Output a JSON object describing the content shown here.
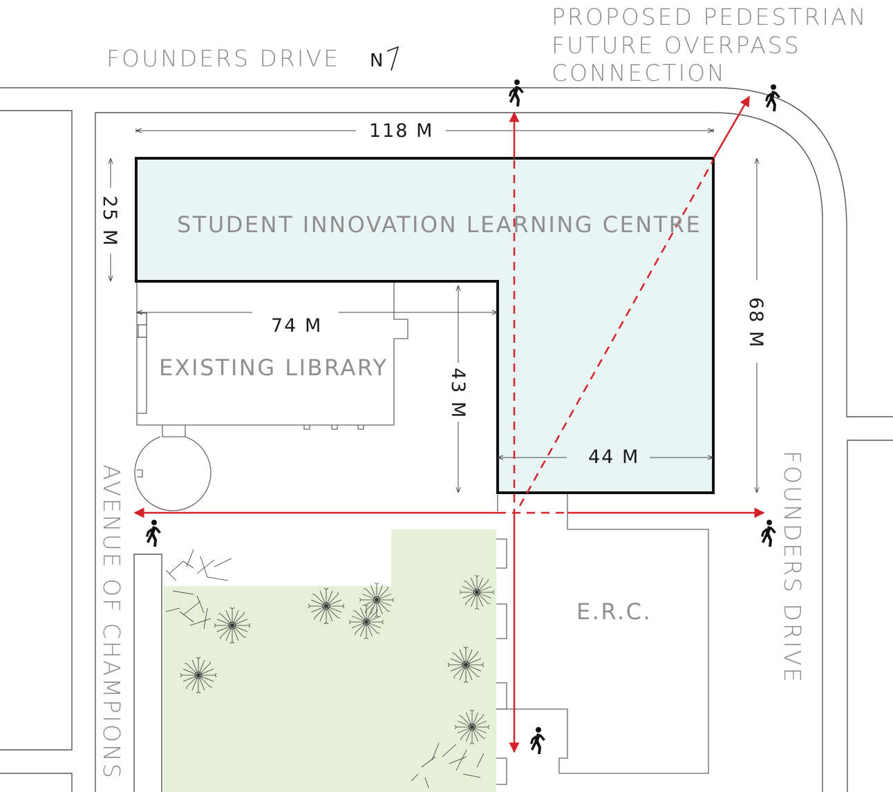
{
  "labels": {
    "street_top": "FOUNDERS DRIVE",
    "street_right": "FOUNDERS DRIVE",
    "street_left": "AVENUE OF CHAMPIONS",
    "north": "N",
    "overpass_line1": "PROPOSED PEDESTRIAN",
    "overpass_line2": "FUTURE OVERPASS",
    "overpass_line3": "CONNECTION"
  },
  "buildings": {
    "silc": "STUDENT INNOVATION LEARNING CENTRE",
    "library": "EXISTING LIBRARY",
    "erc": "E.R.C."
  },
  "dimensions": {
    "width_top": "118 M",
    "depth_left": "25 M",
    "library_width": "74 M",
    "wing_depth": "43 M",
    "right_depth": "68 M",
    "wing_width": "44 M"
  },
  "colors": {
    "silc_fill": "#e9f4f4",
    "green_fill": "#e4f0d8",
    "path_red": "#d2232a",
    "outline": "#111111"
  }
}
